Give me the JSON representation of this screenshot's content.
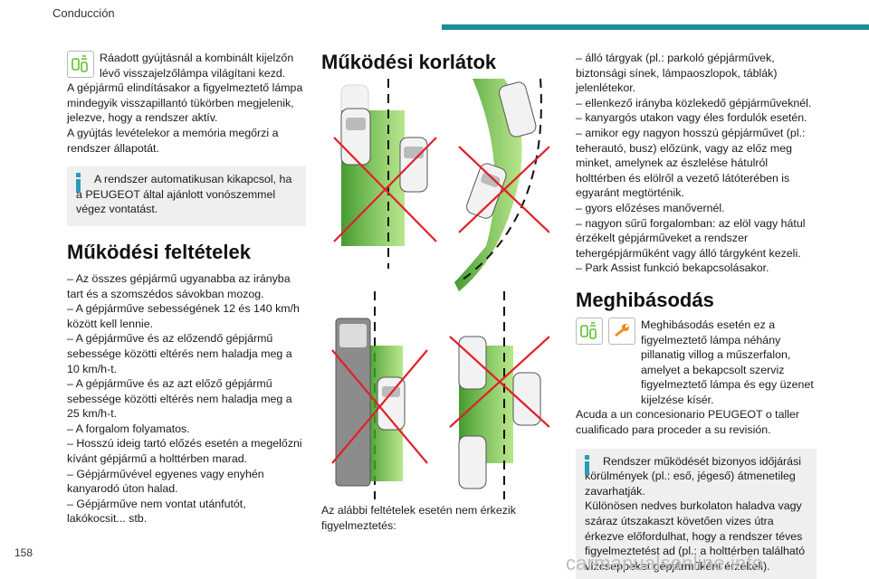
{
  "header": {
    "section": "Conducción",
    "accent_color": "#1e8b9a"
  },
  "page_number": "158",
  "watermark": "carmanualsonline.info",
  "col1": {
    "icon_para": "Ráadott gyújtásnál a kombinált kijelzőn lévő visszajelzőlámpa világítani kezd.",
    "para1": "A gépjármű elindításakor a figyelmeztető lámpa mindegyik visszapillantó tükörben megjelenik, jelezve, hogy a rendszer aktív.",
    "para2": "A gyújtás levételekor a memória megőrzi a rendszer állapotát.",
    "info": "A rendszer automatikusan kikapcsol, ha a PEUGEOT által ajánlott vonószemmel végez vontatást.",
    "heading": "Működési feltételek",
    "conditions": [
      "– Az összes gépjármű ugyanabba az irányba tart és a szomszédos sávokban mozog.",
      "– A gépjárműve sebességének 12 és 140 km/h között kell lennie.",
      "– A gépjárműve és az előzendő gépjármű sebessége közötti eltérés nem haladja meg a 10 km/h-t.",
      "– A gépjárműve és az azt előző gépjármű sebessége közötti eltérés nem haladja meg a 25 km/h-t.",
      "– A forgalom folyamatos.",
      "– Hosszú ideig tartó előzés esetén a megelőzni kívánt gépjármű a holttérben marad.",
      "– Gépjárművével egyenes vagy enyhén kanyarodó úton halad.",
      "– Gépjárműve nem vontat utánfutót, lakókocsit... stb."
    ]
  },
  "col2": {
    "heading": "Működési korlátok",
    "caption": "Az alábbi feltételek esetén nem érkezik figyelmeztetés:"
  },
  "col3": {
    "limits": [
      "– álló tárgyak (pl.: parkoló gépjárművek, biztonsági sínek, lámpaoszlopok, táblák) jelenlétekor.",
      "– ellenkező irányba közlekedő gépjárműveknél.",
      "– kanyargós utakon vagy éles fordulók esetén.",
      "– amikor egy nagyon hosszú gépjárművet (pl.: teherautó, busz) előzünk, vagy az előz meg minket, amelynek az észlelése hátulról holttérben és elölről a vezető látóterében is egyaránt megtörténik.",
      "– gyors előzéses manővernél.",
      "– nagyon sűrű forgalomban: az elöl vagy hátul érzékelt gépjárműveket a rendszer tehergépjárműként vagy álló tárgyként kezeli.",
      "– Park Assist funkció bekapcsolásakor."
    ],
    "heading": "Meghibásodás",
    "fault_icon_para": "Meghibásodás esetén ez a figyelmeztető lámpa néhány pillanatig villog a műszerfalon, amelyet a bekapcsolt szerviz figyelmeztető lámpa és egy üzenet kijelzése kísér.",
    "fault_para": "Acuda a un concesionario PEUGEOT o taller cualificado para proceder a su revisión.",
    "info": "Rendszer működését bizonyos időjárási körülmények (pl.: eső, jégeső) átmenetileg zavarhatják.\nKülönösen nedves burkolaton haladva vagy száraz útszakaszt követően vizes útra érkezve előfordulhat, hogy a rendszer téves figyelmeztetést ad (pl.: a holttérben található vízcseppeket gépjárműként érzékeli)."
  },
  "colors": {
    "green_zone": "#5fbf2a",
    "cross": "#e0202a",
    "info_accent": "#2b9ab8",
    "service_icon": "#f08a1c"
  }
}
